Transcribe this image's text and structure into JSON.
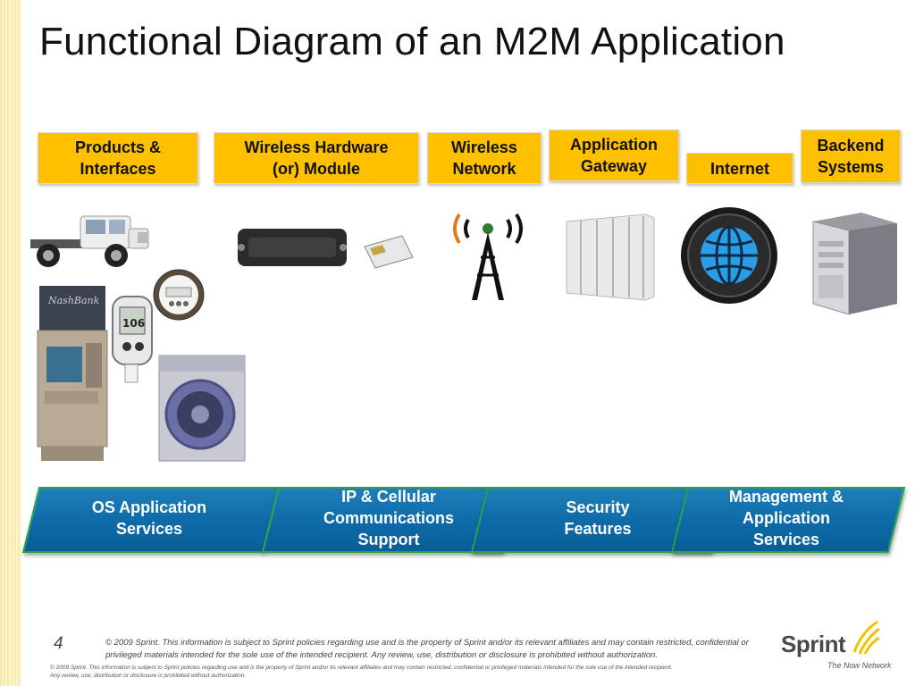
{
  "slide": {
    "title": "Functional Diagram of an M2M Application",
    "page_number": "4"
  },
  "top_boxes": [
    {
      "label": "Products &\nInterfaces"
    },
    {
      "label": "Wireless  Hardware\n(or) Module"
    },
    {
      "label": "Wireless\nNetwork"
    },
    {
      "label": "Application\nGateway"
    },
    {
      "label": "Internet"
    },
    {
      "label": "Backend\nSystems"
    }
  ],
  "service_boxes": [
    {
      "label": "OS Application\nServices"
    },
    {
      "label": "IP & Cellular\nCommunications\nSupport"
    },
    {
      "label": "Security\nFeatures"
    },
    {
      "label": "Management &\nApplication\nServices"
    }
  ],
  "footer": {
    "disclaimer": "© 2009 Sprint. This information is subject to Sprint policies regarding use and is the property of Sprint and/or its relevant affiliates and may contain restricted, confidential or privileged materials intended for the sole use of the intended recipient. Any review, use, distribution or disclosure is prohibited without authorization.",
    "disclaimer_small": "© 2009 Sprint. This information is subject to Sprint policies regarding use and is the property of Sprint and/or its relevant affiliates and may contain restricted, confidential or privileged materials intended for the sole use of the intended recipient. Any review, use, distribution or disclosure is prohibited without authorization."
  },
  "logo": {
    "brand": "Sprint",
    "tagline": "The Now Network"
  },
  "colors": {
    "box_fill": "#ffc000",
    "service_fill": "#0d6aa8",
    "service_border": "#2ba34a"
  },
  "icons": [
    "truck-icon",
    "atm-kiosk-icon",
    "glucose-meter-icon",
    "utility-meter-icon",
    "washing-machine-icon",
    "modem-module-icon",
    "sim-card-icon",
    "cell-tower-icon",
    "server-rack-icon",
    "globe-icon",
    "tower-server-icon"
  ]
}
